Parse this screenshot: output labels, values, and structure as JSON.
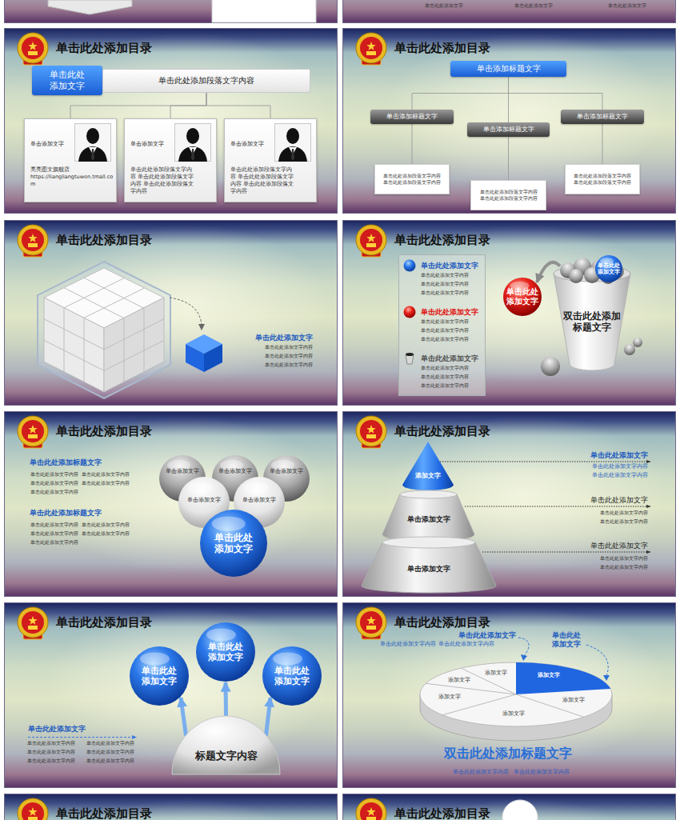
{
  "diagram": {
    "nodes": [
      {
        "text": [
          "单击此处添加目录"
        ]
      },
      {
        "text": [
          "单击此处 添加文字"
        ],
        "in": 0
      },
      {
        "text": [
          "单击此处添加段落文字内容"
        ],
        "in": 0
      },
      {
        "text": [
          "单击添加文字",
          "亮亮图文旗舰店 https://liangliangtuwen.tmall.com"
        ],
        "in": 0
      },
      {
        "text": [
          "单击添加文字",
          "单击此处添加段落文字内容 单击此处添加段落文字内容 单击此处添加段落文字内容"
        ],
        "in": 0
      },
      {
        "text": [
          "单击添加文字",
          "单击此处添加段落文字内容 单击此处添加段落文字内容 单击此处添加段落文字内容"
        ],
        "in": 0
      },
      {
        "text": [
          "单击此处添加目录"
        ]
      },
      {
        "text": [
          "单击添加标题文字"
        ],
        "in": 6
      },
      {
        "text": [
          "单击添加标题文字"
        ],
        "in": 6
      },
      {
        "text": [
          "单击添加标题文字"
        ],
        "in": 6
      },
      {
        "text": [
          "单击添加标题文字"
        ],
        "in": 6
      },
      {
        "text": [
          "单击此处添加段落文字内容 单击此处添加段落文字内容"
        ],
        "in": 6
      },
      {
        "text": [
          "单击此处添加段落文字内容 单击此处添加段落文字内容"
        ],
        "in": 6
      },
      {
        "text": [
          "单击此处添加段落文字内容 单击此处添加段落文字内容"
        ],
        "in": 6
      },
      {
        "text": [
          "单击此处添加目录"
        ]
      },
      {
        "text": [
          "单击此处添加目录"
        ]
      },
      {
        "text": [
          "单击此处添加文字",
          "单击此处添加文字内容 单击此处添加文字内容 单击此处添加文字内容",
          "单击此处添加文字",
          "单击此处添加文字内容 单击此处添加文字内容 单击此处添加文字内容",
          "单击此处添加文字",
          "单击此处添加文字内容 单击此处添加文字内容 单击此处添加文字内容"
        ],
        "in": 15
      },
      {
        "text": [
          "单击此处 添加文字"
        ],
        "in": 15
      },
      {
        "text": [
          "双击此处添加 标题文字"
        ],
        "in": 15
      },
      {
        "text": [
          "单击此处 添加文字"
        ],
        "in": 15
      },
      {
        "text": [
          "单击此处添加目录"
        ]
      },
      {
        "text": [
          "单击添加文字"
        ],
        "in": 20
      },
      {
        "text": [
          "单击添加文字"
        ],
        "in": 20
      },
      {
        "text": [
          "单击添加文字"
        ],
        "in": 20
      },
      {
        "text": [
          "单击添加文字"
        ],
        "in": 20
      },
      {
        "text": [
          "单击添加文字"
        ],
        "in": 20
      },
      {
        "text": [
          "单击此处 添加文字"
        ],
        "in": 20
      },
      {
        "text": [
          "单击此处添加目录"
        ]
      },
      {
        "text": [
          "添加文字"
        ],
        "in": 27
      },
      {
        "text": [
          "单击添加文字"
        ],
        "in": 27
      },
      {
        "text": [
          "单击添加文字"
        ],
        "in": 27
      },
      {
        "text": [
          "单击此处添加目录"
        ]
      },
      {
        "text": [
          "单击此处 添加文字"
        ],
        "in": 31
      },
      {
        "text": [
          "单击此处 添加文字"
        ],
        "in": 31
      },
      {
        "text": [
          "单击此处 添加文字"
        ],
        "in": 31
      },
      {
        "text": [
          "标题文字内容"
        ],
        "in": 31
      },
      {
        "text": [
          "单击此处添加目录"
        ]
      },
      {
        "text": [
          "单击此处添加目录"
        ]
      },
      {
        "text": [
          "单击此处添加目录"
        ]
      }
    ],
    "edges": [
      {
        "from": 2,
        "to": 3,
        "arrow": "none"
      },
      {
        "from": 2,
        "to": 4,
        "arrow": "none"
      },
      {
        "from": 2,
        "to": 5,
        "arrow": "none"
      },
      {
        "from": 7,
        "to": 8,
        "arrow": "none"
      },
      {
        "from": 7,
        "to": 9,
        "arrow": "none"
      },
      {
        "from": 7,
        "to": 10,
        "arrow": "none"
      },
      {
        "from": 8,
        "to": 11,
        "arrow": "none"
      },
      {
        "from": 9,
        "to": 12,
        "arrow": "none"
      },
      {
        "from": 10,
        "to": 13,
        "arrow": "none"
      },
      {
        "from": 18,
        "to": 17,
        "arrow": "to"
      },
      {
        "from": 35,
        "to": 32,
        "arrow": "to"
      },
      {
        "from": 35,
        "to": 33,
        "arrow": "to"
      },
      {
        "from": 35,
        "to": 34,
        "arrow": "to"
      }
    ],
    "labels": [
      "单击此处添加文字",
      "单击此处添加文字",
      "单击此处添加文字",
      "单击此处添加文字",
      "单击此处添加文字内容",
      "单击此处添加文字内容",
      "单击此处添加文字内容",
      "单击此处添加标题文字",
      "单击此处添加文字内容",
      "单击此处添加文字内容",
      "单击此处添加文字内容",
      "单击此处添加文字内容",
      "单击此处添加文字内容",
      "单击此处添加标题文字",
      "单击此处添加文字内容",
      "单击此处添加文字内容",
      "单击此处添加文字内容",
      "单击此处添加文字内容",
      "单击此处添加文字内容",
      "单击此处添加文字",
      "单击此处添加文字内容",
      "单击此处添加文字内容",
      "单击此处添加文字",
      "单击此处添加文字内容",
      "单击此处添加文字内容",
      "单击此处添加文字",
      "单击此处添加文字内容",
      "单击此处添加文字内容",
      "单击此处添加文字",
      "单击此处添加文字内容",
      "单击此处添加文字内容",
      "单击此处添加文字内容",
      "单击此处添加文字内容",
      "单击此处添加文字内容",
      "单击此处添加文字内容",
      "单击此处添加文字",
      "单击此处添加文字内容",
      "单击此处添加文字内容",
      "单击此处 添加文字",
      "添加文字",
      "添加文字",
      "添加文字",
      "添加文字",
      "添加文字",
      "添加文字",
      "双击此处添加标题文字",
      "单击此处添加文字内容",
      "单击此处添加文字内容"
    ]
  }
}
